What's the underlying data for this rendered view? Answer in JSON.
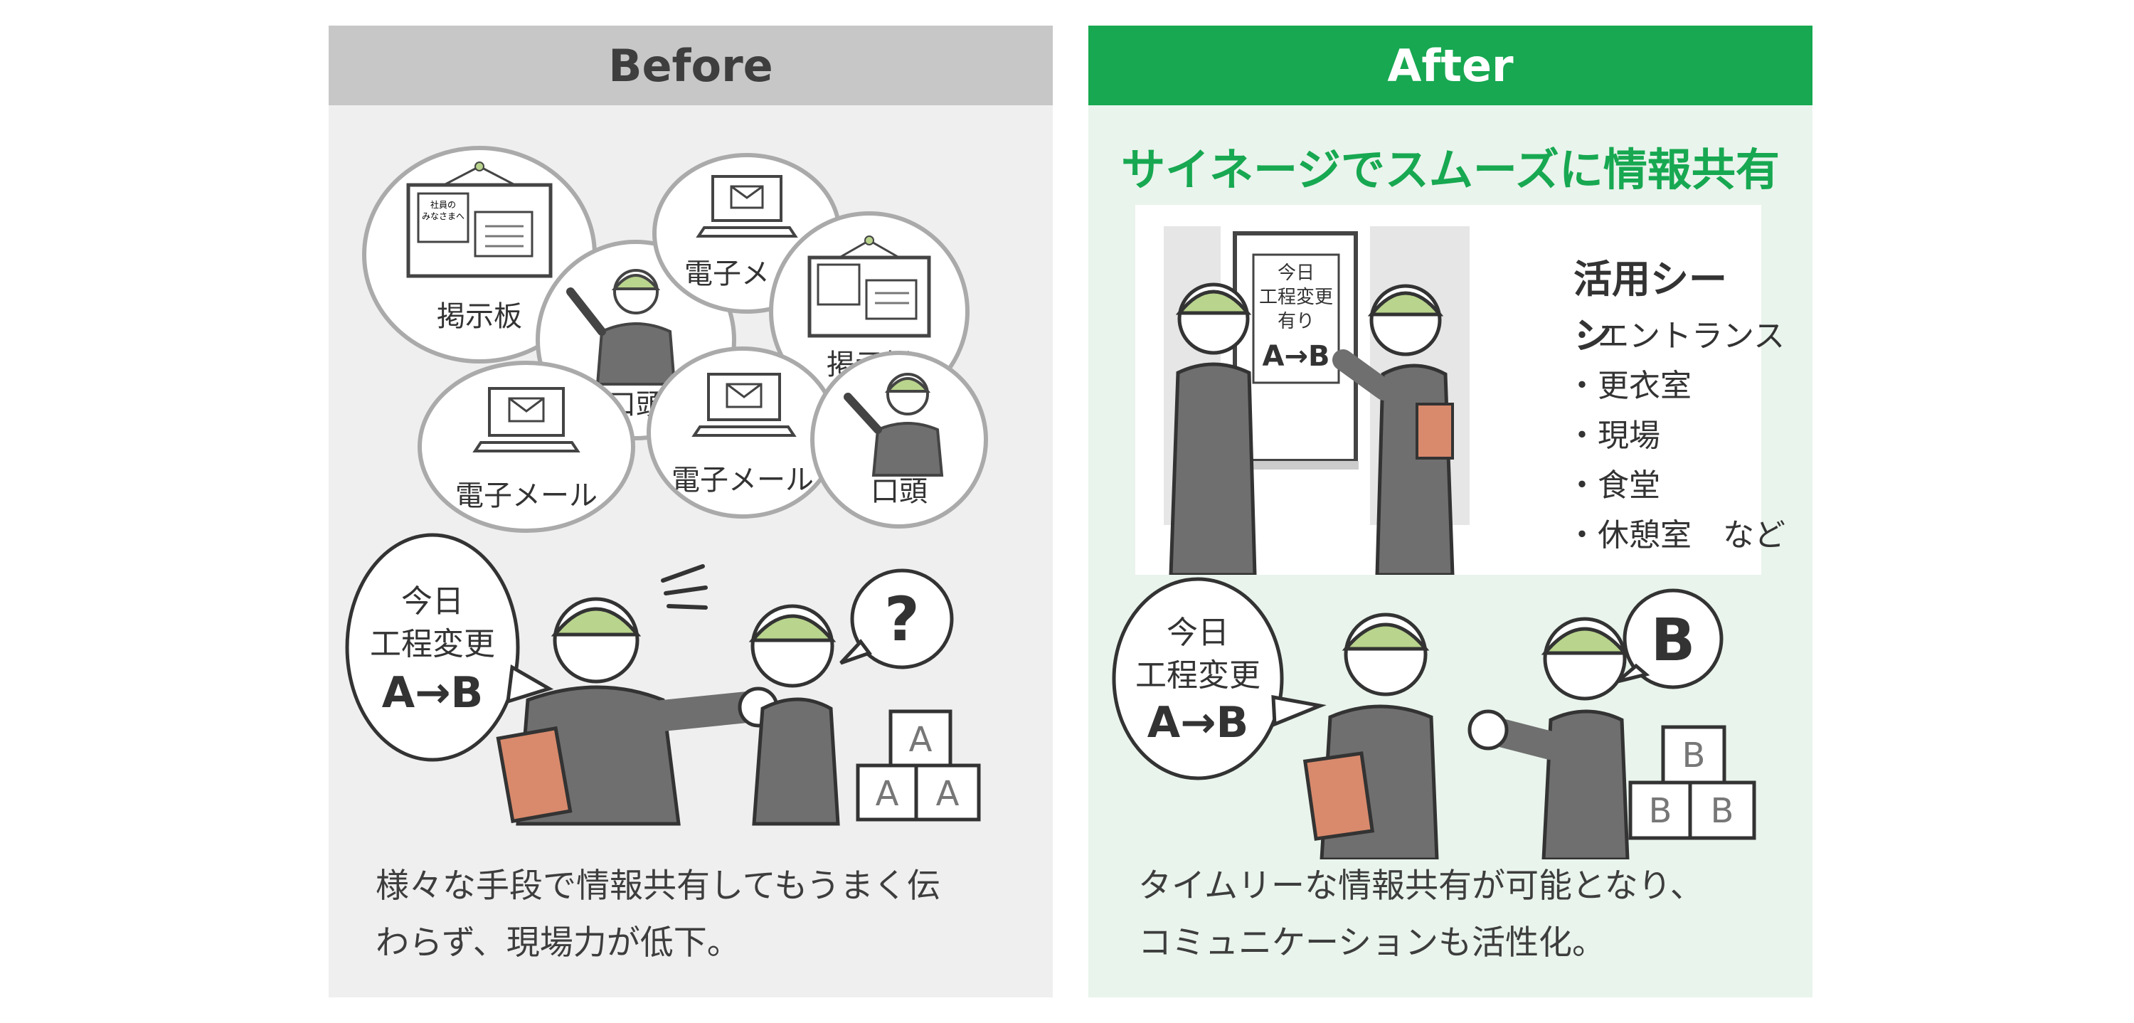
{
  "before": {
    "title": "Before",
    "labels": {
      "board1": "掲示板",
      "board2": "掲示板",
      "mail1": "電子メ",
      "mail2": "電子メール",
      "mail3": "電子メール",
      "oral1": "口頭",
      "oral2": "口頭",
      "board_notice_1": "社員の",
      "board_notice_2": "みなさまへ",
      "mail_icon": "mail"
    },
    "speech": {
      "line1": "今日",
      "line2": "工程変更",
      "line3": "A→B"
    },
    "question": "?",
    "box_letter": "A",
    "caption_line1": "様々な手段で情報共有してもうまく伝",
    "caption_line2": "わらず、現場力が低下。"
  },
  "after": {
    "title": "After",
    "tagline": "サイネージでスムーズに情報共有",
    "signage": {
      "line1": "今日",
      "line2": "工程変更",
      "line3": "有り",
      "line4": "A→B"
    },
    "usage_title": "活用シーン",
    "usage_items": [
      "・エントランス",
      "・更衣室",
      "・現場",
      "・食堂",
      "・休憩室　など"
    ],
    "speech": {
      "line1": "今日",
      "line2": "工程変更",
      "line3": "A→B"
    },
    "answer": "B",
    "box_letter": "B",
    "caption_line1": "タイムリーな情報共有が可能となり、",
    "caption_line2": "コミュニケーションも活性化。"
  },
  "colors": {
    "green": "#17a851",
    "helmet": "#b9d48c",
    "suit": "#6f6f6f",
    "folder": "#d98a6c",
    "before_bg": "#efefef",
    "after_bg": "#e9f4ec",
    "before_header": "#c7c7c7"
  }
}
